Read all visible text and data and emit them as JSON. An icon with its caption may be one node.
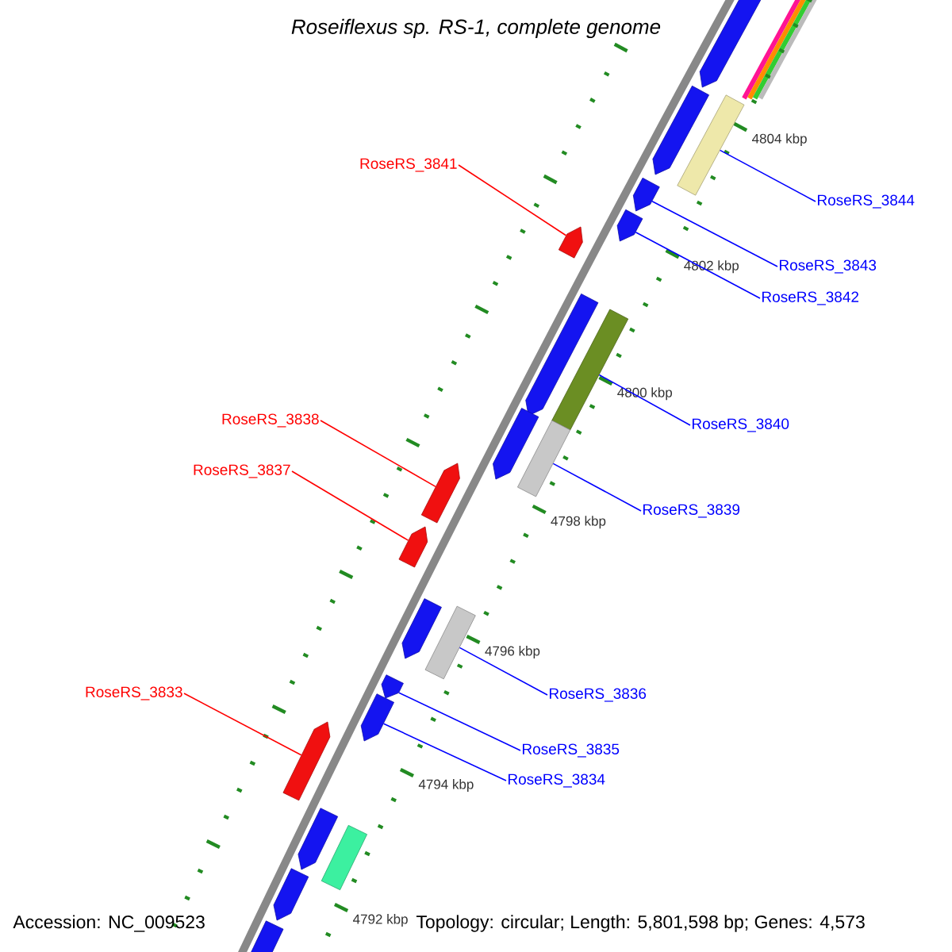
{
  "diagram": {
    "title": "Roseiflexus sp. RS-1, complete genome",
    "nodes": [
      {
        "text": [
          "RoseRS_3844"
        ]
      },
      {
        "text": [
          "RoseRS_3841"
        ]
      },
      {
        "text": [
          "RoseRS_3843"
        ]
      },
      {
        "text": [
          "RoseRS_3842"
        ]
      },
      {
        "text": [
          "RoseRS_3840"
        ]
      },
      {
        "text": [
          "RoseRS_3838"
        ]
      },
      {
        "text": [
          "RoseRS_3837"
        ]
      },
      {
        "text": [
          "RoseRS_3839"
        ]
      },
      {
        "text": [
          "RoseRS_3836"
        ]
      },
      {
        "text": [
          "RoseRS_3833"
        ]
      },
      {
        "text": [
          "RoseRS_3835"
        ]
      },
      {
        "text": [
          "RoseRS_3834"
        ]
      },
      {
        "text": [],
        "shape": "arrow"
      },
      {
        "text": [],
        "shape": "arrow"
      },
      {
        "text": [],
        "shape": "bar"
      },
      {
        "text": [],
        "shape": "arrow"
      },
      {
        "text": [],
        "shape": "arrow"
      },
      {
        "text": [],
        "shape": "arrow"
      },
      {
        "text": [],
        "shape": "arrow"
      },
      {
        "text": [],
        "shape": "bar"
      },
      {
        "text": [],
        "shape": "arrow"
      },
      {
        "text": [],
        "shape": "bar"
      },
      {
        "text": [],
        "shape": "arrow"
      },
      {
        "text": [],
        "shape": "arrow"
      },
      {
        "text": [],
        "shape": "arrow"
      },
      {
        "text": [],
        "shape": "bar"
      },
      {
        "text": [],
        "shape": "arrow"
      },
      {
        "text": [],
        "shape": "arrow"
      },
      {
        "text": [],
        "shape": "arrow"
      },
      {
        "text": [],
        "shape": "arrow"
      },
      {
        "text": [],
        "shape": "bar"
      },
      {
        "text": [],
        "shape": "arrow"
      },
      {
        "text": [],
        "shape": "arrow"
      }
    ],
    "edges": [
      {
        "from": 0,
        "to": 14,
        "arrow": "none"
      },
      {
        "from": 1,
        "to": 17,
        "arrow": "none",
        "color": "#ff0000"
      },
      {
        "from": 2,
        "to": 15,
        "arrow": "none"
      },
      {
        "from": 3,
        "to": 16,
        "arrow": "none"
      },
      {
        "from": 4,
        "to": 19,
        "arrow": "none"
      },
      {
        "from": 5,
        "to": 22,
        "arrow": "none",
        "color": "#ff0000"
      },
      {
        "from": 6,
        "to": 23,
        "arrow": "none",
        "color": "#ff0000"
      },
      {
        "from": 7,
        "to": 21,
        "arrow": "none"
      },
      {
        "from": 8,
        "to": 25,
        "arrow": "none"
      },
      {
        "from": 9,
        "to": 28,
        "arrow": "none",
        "color": "#ff0000"
      },
      {
        "from": 10,
        "to": 26,
        "arrow": "none"
      },
      {
        "from": 11,
        "to": 27,
        "arrow": "none"
      }
    ],
    "labels": [
      "4804 kbp",
      "4802 kbp",
      "4800 kbp",
      "4798 kbp",
      "4796 kbp",
      "4794 kbp",
      "4792 kbp",
      "Accession: NC_009523",
      "Topology: circular; Length: 5,801,598 bp; Genes: 4,573"
    ]
  }
}
